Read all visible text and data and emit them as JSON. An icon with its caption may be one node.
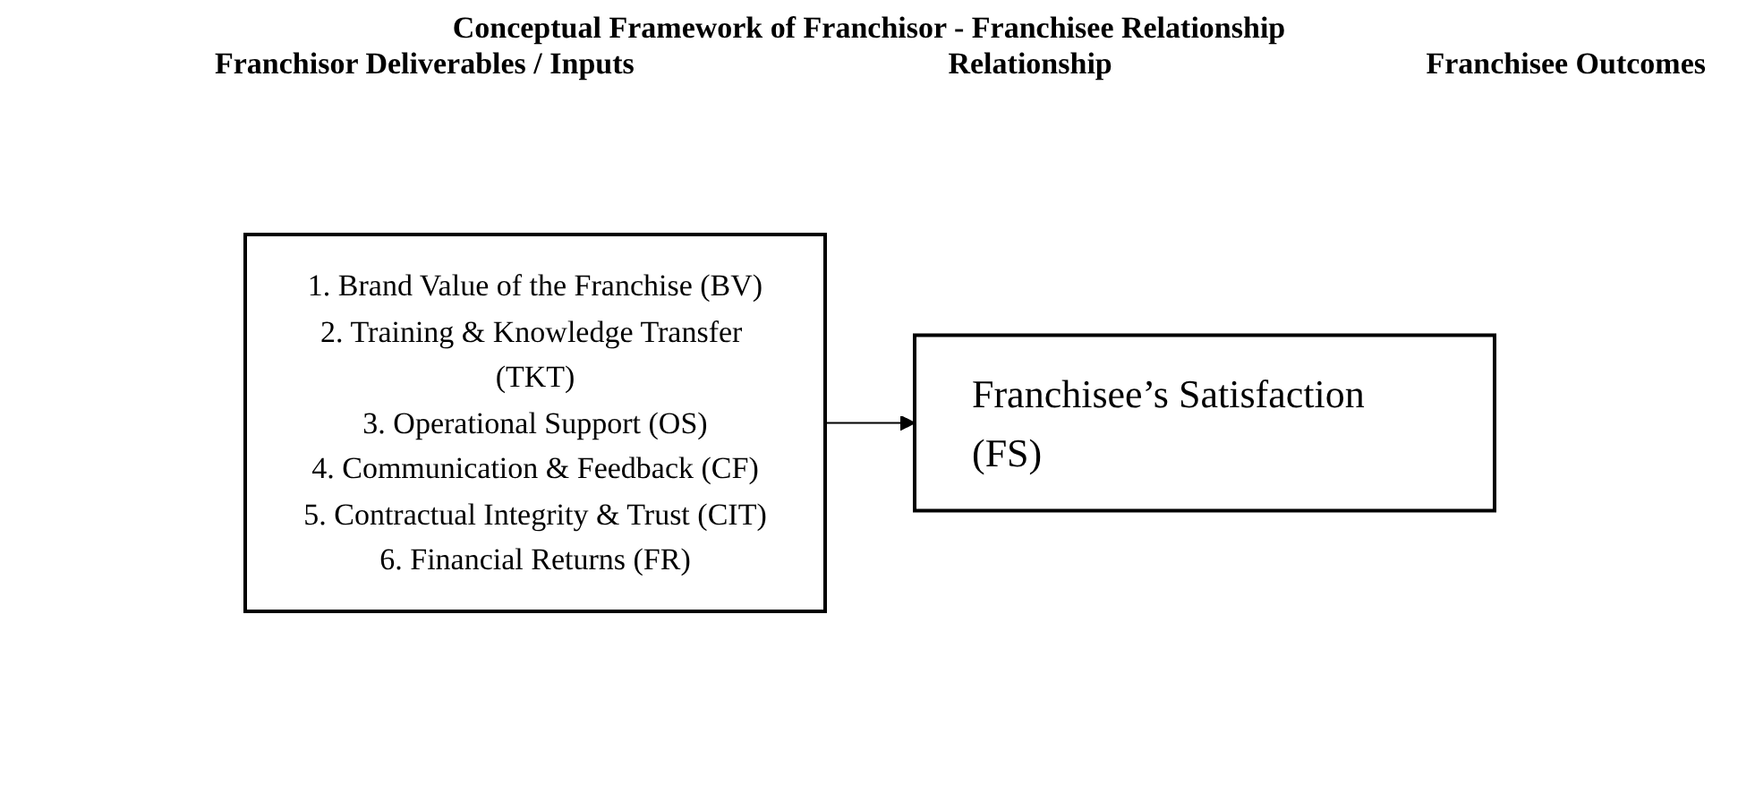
{
  "diagram": {
    "title": "Conceptual Framework of Franchisor - Franchisee Relationship",
    "nodes": [
      {
        "text": [
          "1. Brand Value of the Franchise (BV)",
          "2. Training & Knowledge Transfer (TKT)",
          "3. Operational Support (OS)",
          "4. Communication & Feedback (CF)",
          "5. Contractual Integrity & Trust (CIT)",
          "6. Financial Returns (FR)"
        ]
      },
      {
        "text": [
          "Franchisee’s Satisfaction (FS)"
        ]
      }
    ],
    "edges": [
      {
        "from": 0,
        "to": 1,
        "arrow": "to"
      }
    ],
    "labels": [
      "Franchisor Deliverables / Inputs",
      "Relationship",
      "Franchisee Outcomes"
    ]
  }
}
